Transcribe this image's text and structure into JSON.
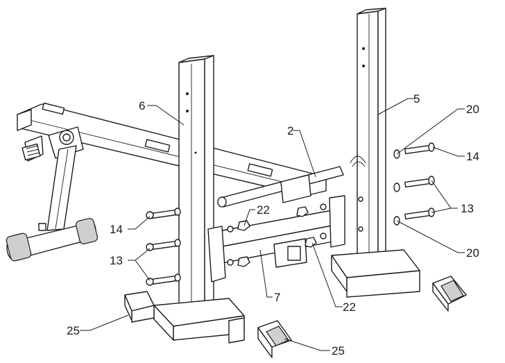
{
  "callouts": {
    "c2": "2",
    "c5": "5",
    "c6": "6",
    "c7": "7",
    "c13_left": "13",
    "c13_right": "13",
    "c14_left": "14",
    "c14_right": "14",
    "c20_top": "20",
    "c20_bottom": "20",
    "c22_top": "22",
    "c22_bottom": "22",
    "c25_left": "25",
    "c25_bottom": "25"
  }
}
